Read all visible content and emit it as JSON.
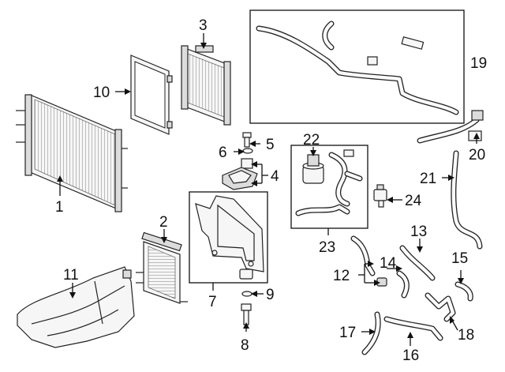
{
  "diagram": {
    "callouts": [
      {
        "id": "1",
        "text": "1"
      },
      {
        "id": "2",
        "text": "2"
      },
      {
        "id": "3",
        "text": "3"
      },
      {
        "id": "4",
        "text": "4"
      },
      {
        "id": "5",
        "text": "5"
      },
      {
        "id": "6",
        "text": "6"
      },
      {
        "id": "7",
        "text": "7"
      },
      {
        "id": "8",
        "text": "8"
      },
      {
        "id": "9",
        "text": "9"
      },
      {
        "id": "10",
        "text": "10"
      },
      {
        "id": "11",
        "text": "11"
      },
      {
        "id": "12",
        "text": "12"
      },
      {
        "id": "13",
        "text": "13"
      },
      {
        "id": "14",
        "text": "14"
      },
      {
        "id": "15",
        "text": "15"
      },
      {
        "id": "16",
        "text": "16"
      },
      {
        "id": "17",
        "text": "17"
      },
      {
        "id": "18",
        "text": "18"
      },
      {
        "id": "19",
        "text": "19"
      },
      {
        "id": "20",
        "text": "20"
      },
      {
        "id": "21",
        "text": "21"
      },
      {
        "id": "22",
        "text": "22"
      },
      {
        "id": "23",
        "text": "23"
      },
      {
        "id": "24",
        "text": "24"
      }
    ]
  }
}
